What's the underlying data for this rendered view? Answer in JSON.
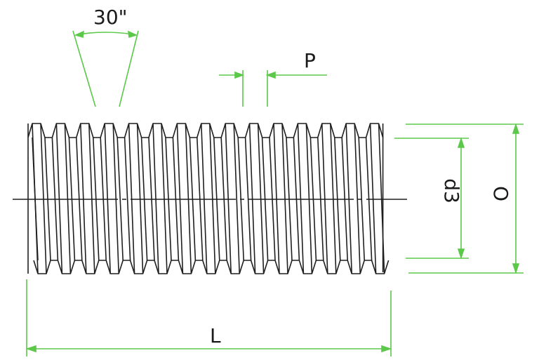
{
  "labels": {
    "angle": "30\"",
    "pitch": "P",
    "minor_diameter": "d3",
    "outer_diameter": "O",
    "length": "L"
  },
  "colors": {
    "dimension": "#5cc84a",
    "outline": "#1f1f1f",
    "background": "#ffffff"
  },
  "thread": {
    "visible_crests": 15
  }
}
